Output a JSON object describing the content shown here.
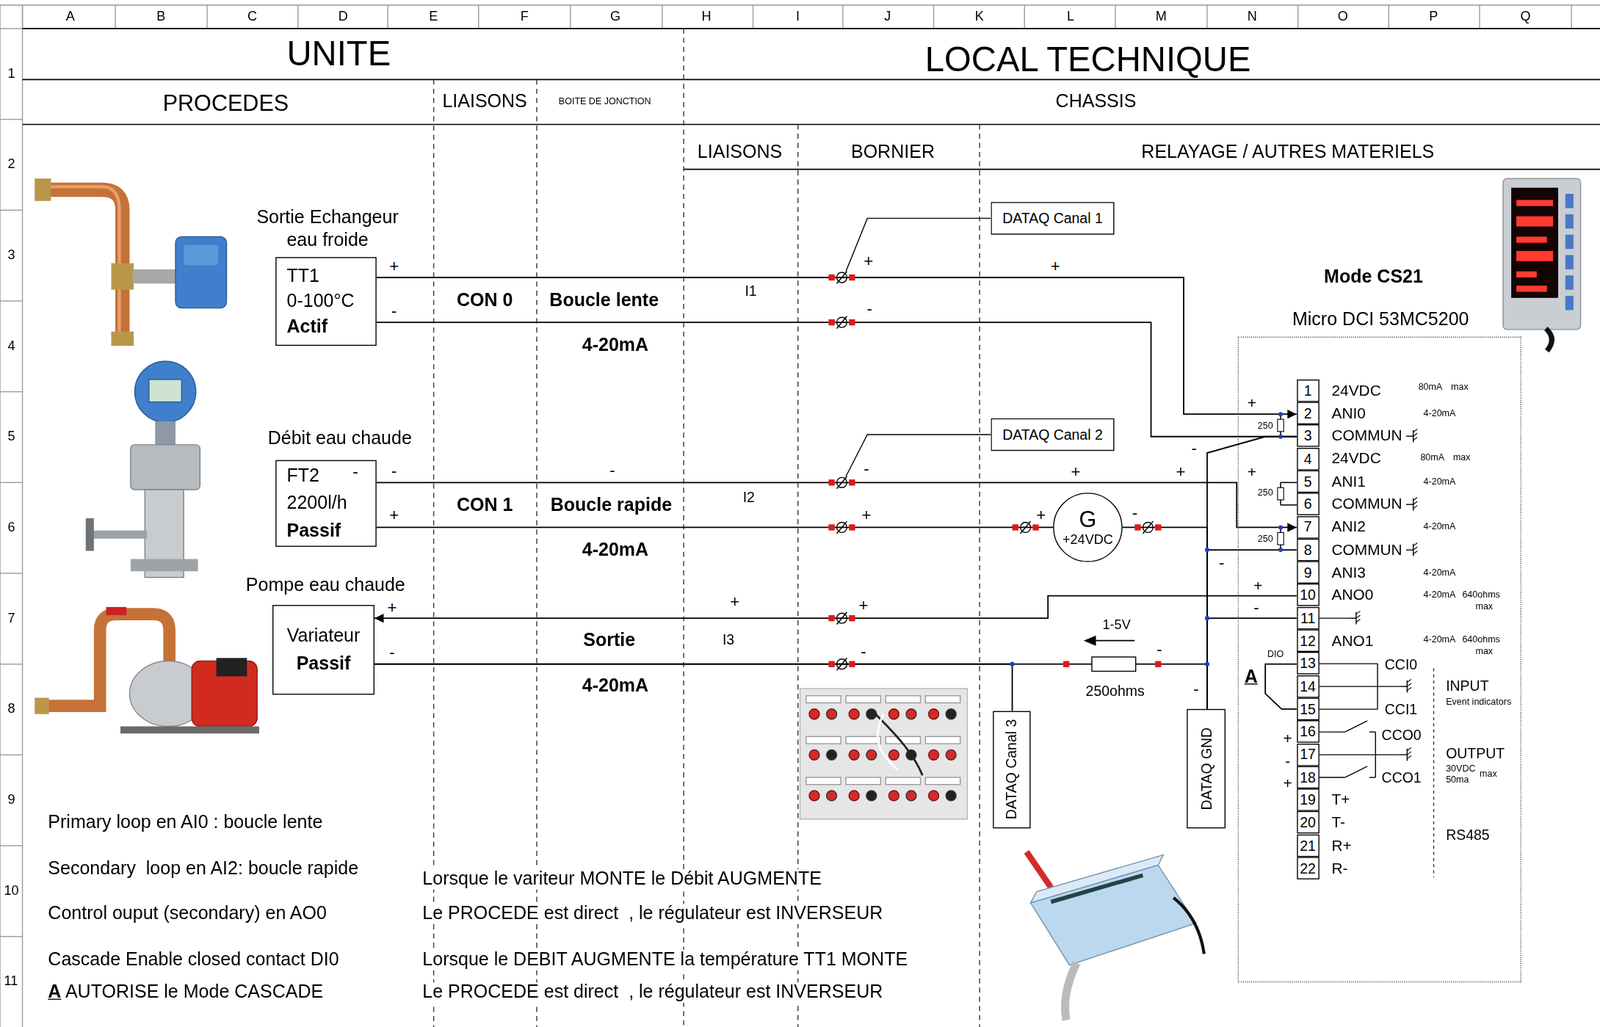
{
  "diagram": {
    "nodes": [
      {
        "text": [
          "Sortie Echangeur eau froide",
          "TT1",
          "0-100°C",
          "Actif"
        ]
      },
      {
        "text": [
          "Débit eau chaude",
          "FT2",
          "2200l/h",
          "Passif"
        ]
      },
      {
        "text": [
          "Pompe eau chaude",
          "Variateur",
          "Passif"
        ]
      },
      {
        "text": [
          "DATAQ Canal 1"
        ]
      },
      {
        "text": [
          "DATAQ Canal 2"
        ]
      },
      {
        "text": [
          "G",
          "+24VDC"
        ]
      },
      {
        "text": [
          "DATAQ Canal 3"
        ]
      },
      {
        "text": [
          "DATAQ GND"
        ]
      },
      {
        "text": [
          "Mode CS21",
          "Micro DCI 53MC5200"
        ]
      },
      {
        "text": [
          "1"
        ],
        "in": 8
      },
      {
        "text": [
          "2"
        ],
        "in": 8
      },
      {
        "text": [
          "3"
        ],
        "in": 8
      },
      {
        "text": [
          "4"
        ],
        "in": 8
      },
      {
        "text": [
          "5"
        ],
        "in": 8
      },
      {
        "text": [
          "6"
        ],
        "in": 8
      },
      {
        "text": [
          "7"
        ],
        "in": 8
      },
      {
        "text": [
          "8"
        ],
        "in": 8
      },
      {
        "text": [
          "9"
        ],
        "in": 8
      },
      {
        "text": [
          "10"
        ],
        "in": 8
      },
      {
        "text": [
          "11"
        ],
        "in": 8
      },
      {
        "text": [
          "12"
        ],
        "in": 8
      },
      {
        "text": [
          "13"
        ],
        "in": 8
      },
      {
        "text": [
          "14"
        ],
        "in": 8
      },
      {
        "text": [
          "15"
        ],
        "in": 8
      },
      {
        "text": [
          "16"
        ],
        "in": 8
      },
      {
        "text": [
          "17"
        ],
        "in": 8
      },
      {
        "text": [
          "18"
        ],
        "in": 8
      },
      {
        "text": [
          "19"
        ],
        "in": 8
      },
      {
        "text": [
          "20"
        ],
        "in": 8
      },
      {
        "text": [
          "21"
        ],
        "in": 8
      },
      {
        "text": [
          "22"
        ],
        "in": 8
      }
    ],
    "edges": [
      {
        "from": 0,
        "to": 10,
        "arrow": "to",
        "label": "I1"
      },
      {
        "from": 0,
        "to": 11,
        "arrow": "none"
      },
      {
        "from": 1,
        "to": 15,
        "arrow": "to",
        "label": "I2"
      },
      {
        "from": 1,
        "to": 5,
        "arrow": "none"
      },
      {
        "from": 5,
        "to": 7,
        "arrow": "none"
      },
      {
        "from": 7,
        "to": 11,
        "arrow": "none"
      },
      {
        "from": 7,
        "to": 16,
        "arrow": "none"
      },
      {
        "from": 7,
        "to": 19,
        "arrow": "none"
      },
      {
        "from": 18,
        "to": 2,
        "arrow": "to",
        "label": "I3"
      },
      {
        "from": 2,
        "to": 7,
        "arrow": "none"
      },
      {
        "from": 2,
        "to": 6,
        "arrow": "none"
      },
      {
        "from": 21,
        "to": 23,
        "arrow": "none"
      }
    ],
    "labels": [
      "A",
      "B",
      "C",
      "D",
      "E",
      "F",
      "G",
      "H",
      "I",
      "J",
      "K",
      "L",
      "M",
      "N",
      "O",
      "P",
      "Q",
      "1",
      "2",
      "3",
      "4",
      "5",
      "6",
      "7",
      "8",
      "9",
      "10",
      "11",
      "UNITE",
      "LOCAL TECHNIQUE",
      "PROCEDES",
      "LIAISONS",
      "BOITE DE JONCTION",
      "CHASSIS",
      "LIAISONS",
      "BORNIER",
      "RELAYAGE / AUTRES MATERIELS",
      "+",
      "-",
      "CON 0",
      "Boucle lente",
      "4-20mA",
      "+",
      "-",
      "+",
      "-",
      "-",
      "-",
      "-",
      "+",
      "+",
      "CON 1",
      "Boucle rapide",
      "+",
      "+",
      "+",
      "-",
      "4-20mA",
      "+",
      "+",
      "+",
      "Sortie",
      "-",
      "-",
      "-",
      "1-5V",
      "250ohms",
      "4-20mA",
      "+",
      "250",
      "-",
      "+",
      "250",
      "250",
      "-",
      "+",
      "-",
      "DIO",
      "A",
      "-",
      "+",
      "-",
      "+",
      "24VDC",
      "ANI0",
      "COMMUN",
      "24VDC",
      "ANI1",
      "COMMUN",
      "ANI2",
      "COMMUN",
      "ANI3",
      "ANO0",
      "ANO1",
      "T+",
      "T-",
      "R+",
      "R-",
      "80mA",
      "max",
      "4-20mA",
      "80mA",
      "max",
      "4-20mA",
      "4-20mA",
      "4-20mA",
      "4-20mA",
      "640ohms",
      "max",
      "4-20mA",
      "640ohms",
      "max",
      "CCI0",
      "INPUT",
      "Event indicators",
      "CCI1",
      "CCO0",
      "OUTPUT",
      "30VDC",
      "max",
      "50ma",
      "CCO1",
      "RS485",
      "Primary loop en AI0 : boucle lente",
      "Secondary  loop en AI2: boucle rapide",
      "Control ouput (secondary) en AO0",
      "Cascade Enable closed contact DI0",
      "A",
      "AUTORISE le Mode CASCADE",
      "Lorsque le variteur MONTE le Débit AUGMENTE",
      "Le PROCEDE est direct  , le régulateur est INVERSEUR",
      "Lorsque le DEBIT AUGMENTE la température TT1 MONTE",
      "Le PROCEDE est direct  , le régulateur est INVERSEUR"
    ]
  }
}
